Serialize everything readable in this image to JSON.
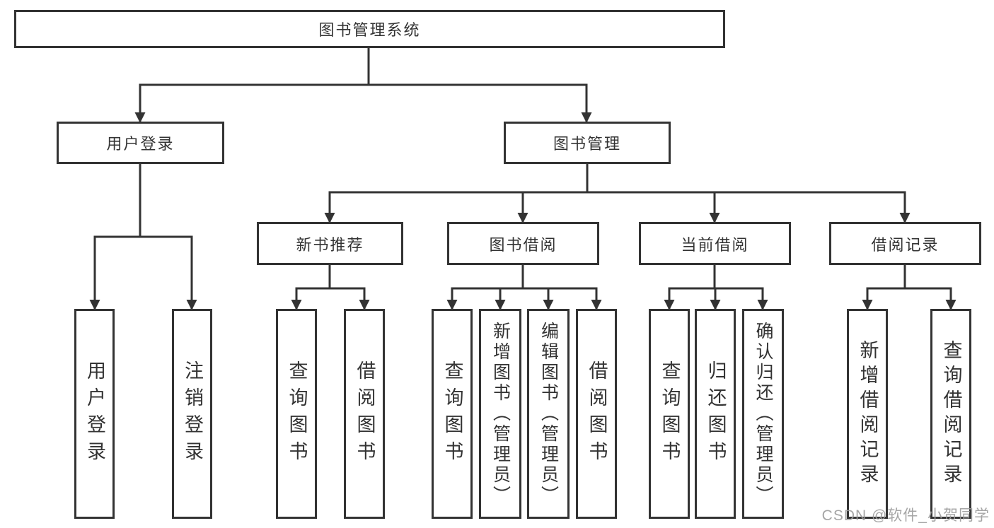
{
  "colors": {
    "line": "#333333",
    "box_border": "#333333",
    "text": "#333333",
    "background": "#ffffff",
    "watermark": "#9b9b9b"
  },
  "diagram": {
    "type": "hierarchy-tree",
    "root": {
      "label": "图书管理系统",
      "children": [
        {
          "label": "用户登录",
          "children": [
            {
              "label": "用户登录"
            },
            {
              "label": "注销登录"
            }
          ]
        },
        {
          "label": "图书管理",
          "children": [
            {
              "label": "新书推荐",
              "children": [
                {
                  "label": "查询图书"
                },
                {
                  "label": "借阅图书"
                }
              ]
            },
            {
              "label": "图书借阅",
              "children": [
                {
                  "label": "查询图书"
                },
                {
                  "label": "新增图书（管理员）"
                },
                {
                  "label": "编辑图书（管理员）"
                },
                {
                  "label": "借阅图书"
                }
              ]
            },
            {
              "label": "当前借阅",
              "children": [
                {
                  "label": "查询图书"
                },
                {
                  "label": "归还图书"
                },
                {
                  "label": "确认归还（管理员）"
                }
              ]
            },
            {
              "label": "借阅记录",
              "children": [
                {
                  "label": "新增借阅记录"
                },
                {
                  "label": "查询借阅记录"
                }
              ]
            }
          ]
        }
      ]
    },
    "watermark": "CSDN @软件_小贺同学"
  }
}
